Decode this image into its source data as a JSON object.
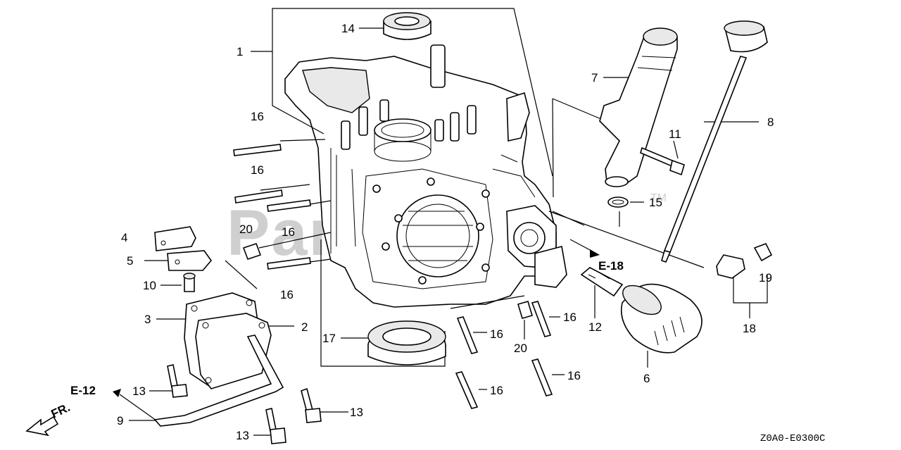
{
  "diagram": {
    "watermark": "PartsTree",
    "watermark_tm": "TM",
    "figure_code": "Z0A0-E0300C",
    "front_arrow_label": "FR.",
    "references": {
      "e12": "E-12",
      "e18": "E-18"
    },
    "callouts": {
      "c1": "1",
      "c2": "2",
      "c3": "3",
      "c4": "4",
      "c5": "5",
      "c6": "6",
      "c7": "7",
      "c8": "8",
      "c9": "9",
      "c10": "10",
      "c11": "11",
      "c12": "12",
      "c13a": "13",
      "c13b": "13",
      "c13c": "13",
      "c14": "14",
      "c15": "15",
      "c16a": "16",
      "c16b": "16",
      "c16c": "16",
      "c16d": "16",
      "c16e": "16",
      "c16f": "16",
      "c16g": "16",
      "c16h": "16",
      "c17": "17",
      "c18": "18",
      "c19": "19",
      "c20a": "20",
      "c20b": "20"
    }
  }
}
